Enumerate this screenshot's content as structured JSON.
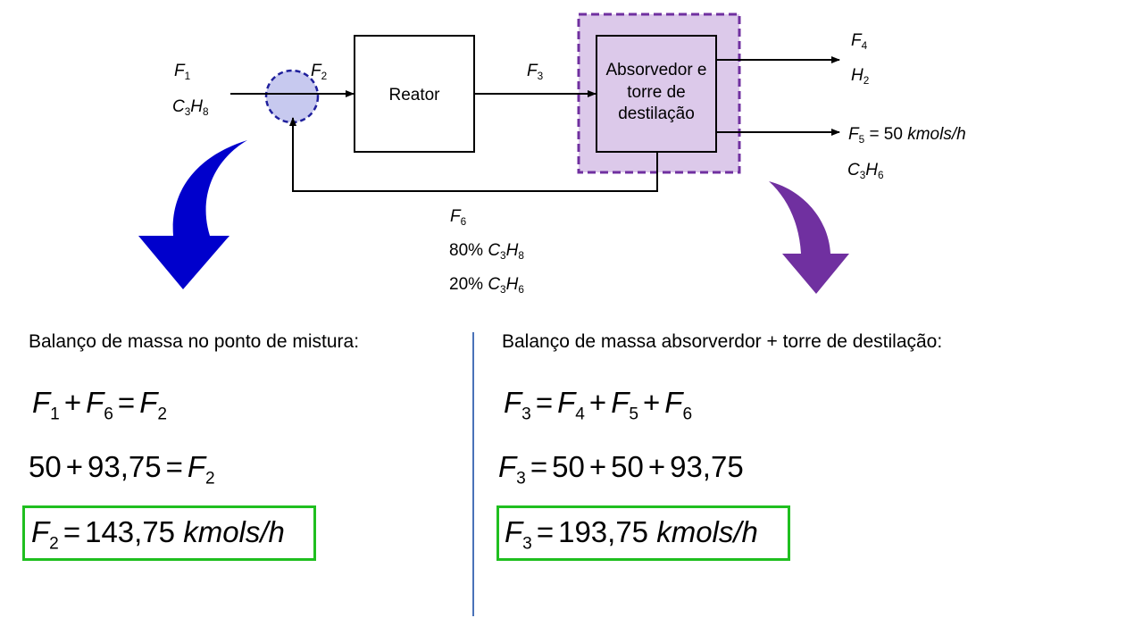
{
  "diagram": {
    "reactor_label": "Reator",
    "separator_label": "Absorvedor e torre de destilação",
    "streams": {
      "F1": {
        "name": "F",
        "sub": "1",
        "species_c": "C",
        "species_c_sub": "3",
        "species_h": "H",
        "species_h_sub": "8"
      },
      "F2": {
        "name": "F",
        "sub": "2"
      },
      "F3": {
        "name": "F",
        "sub": "3"
      },
      "F4": {
        "name": "F",
        "sub": "4",
        "species_h": "H",
        "species_h_sub": "2"
      },
      "F5": {
        "name": "F",
        "sub": "5",
        "value": "= 50",
        "unit": "kmols/h",
        "species_c": "C",
        "species_c_sub": "3",
        "species_h": "H",
        "species_h_sub": "6"
      },
      "F6": {
        "name": "F",
        "sub": "6",
        "line1_pct": "80%",
        "line2_pct": "20%",
        "line1_c": "C",
        "line1_c_sub": "3",
        "line1_h": "H",
        "line1_h_sub": "8",
        "line2_c": "C",
        "line2_c_sub": "3",
        "line2_h": "H",
        "line2_h_sub": "6"
      }
    }
  },
  "left": {
    "title": "Balanço de massa no ponto de mistura:",
    "eq1": {
      "a": "F",
      "a_sub": "1",
      "op1": "+",
      "b": "F",
      "b_sub": "6",
      "op2": "=",
      "c": "F",
      "c_sub": "2"
    },
    "eq2": {
      "a": "50",
      "op1": "+",
      "b": "93,75",
      "op2": "=",
      "c": "F",
      "c_sub": "2"
    },
    "eq3": {
      "a": "F",
      "a_sub": "2",
      "op1": "=",
      "value": "143,75",
      "unit": "kmols/h"
    }
  },
  "right": {
    "title": "Balanço de massa absorverdor + torre de destilação:",
    "eq1": {
      "a": "F",
      "a_sub": "3",
      "op1": "=",
      "b": "F",
      "b_sub": "4",
      "op2": "+",
      "c": "F",
      "c_sub": "5",
      "op3": "+",
      "d": "F",
      "d_sub": "6"
    },
    "eq2": {
      "a": "F",
      "a_sub": "3",
      "op1": "=",
      "b": "50",
      "op2": "+",
      "c": "50",
      "op3": "+",
      "d": "93,75"
    },
    "eq3": {
      "a": "F",
      "a_sub": "3",
      "op1": "=",
      "value": "193,75",
      "unit": "kmols/h"
    }
  },
  "colors": {
    "left_arrow": "#0000cc",
    "right_arrow": "#7030a0",
    "mixer_fill": "#c7c9ef",
    "mixer_border": "#1f1f9c",
    "separator_fill": "#dcc9ea",
    "separator_border": "#7030a0",
    "result_box": "#1fbf1f",
    "divider": "#4a72b8"
  }
}
